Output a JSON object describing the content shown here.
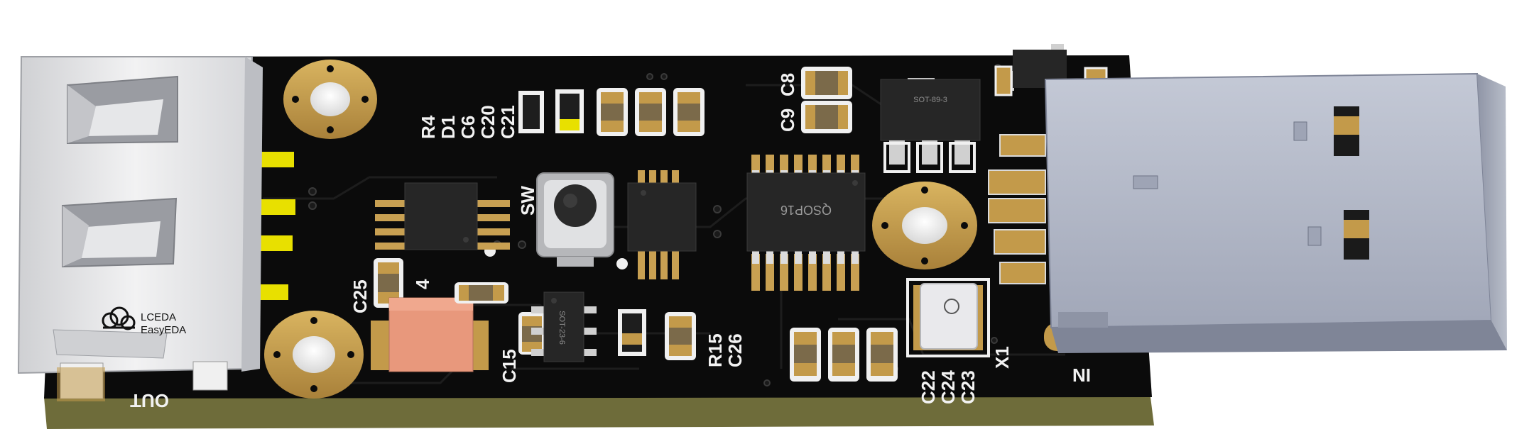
{
  "board": {
    "colors": {
      "solder_mask": "#0b0b0b",
      "copper_gold": "#c39a4a",
      "silkscreen": "#f2f2f2",
      "board_edge": "#6e6c3a",
      "usb_metal": "#a7adbd",
      "usb_a_shell": "#dcdde0"
    },
    "silkscreen": {
      "r4": "R4",
      "d1": "D1",
      "c6": "C6",
      "c20": "C20",
      "c21": "C21",
      "c8": "C8",
      "c9": "C9",
      "sw": "SW",
      "c25": "C25",
      "u4": "4",
      "c15": "C15",
      "r15": "R15",
      "c26": "C26",
      "c22": "C22",
      "c24": "C24",
      "c23": "C23",
      "x1": "X1",
      "in": "IN",
      "out": "OUT"
    },
    "chip_markings": {
      "sot89": "SOT-89-3",
      "qsop16": "QSOP16",
      "sot23_6": "SOT-23-6"
    },
    "logo": {
      "line1": "LCEDA",
      "line2": "EasyEDA",
      "icon": "cloud-logo-icon"
    },
    "connectors": {
      "usb_a_female": "usb-a-receptacle-icon",
      "usb_a_male": "usb-a-plug-icon"
    }
  }
}
